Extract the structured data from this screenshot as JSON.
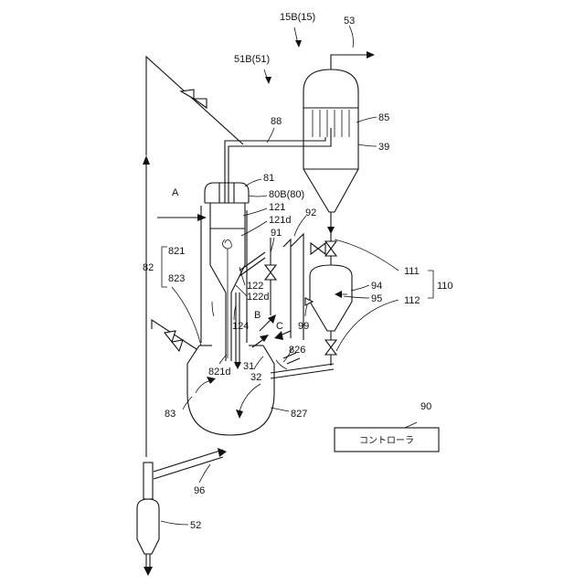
{
  "labels": {
    "l15b": "15B(15)",
    "l51b": "51B(51)",
    "l53": "53",
    "l85": "85",
    "l39": "39",
    "l88": "88",
    "l81": "81",
    "l80b": "80B(80)",
    "lA": "A",
    "l121": "121",
    "l121d": "121d",
    "l92": "92",
    "l91": "91",
    "l821": "821",
    "l82": "82",
    "l823": "823",
    "l122": "122",
    "l122d": "122d",
    "l124": "124",
    "lB": "B",
    "lC": "C",
    "l111": "111",
    "l110": "110",
    "l112": "112",
    "l94": "94",
    "l95": "95",
    "l99": "99",
    "l826": "826",
    "l31": "31",
    "l821d": "821d",
    "l32": "32",
    "l83": "83",
    "l827": "827",
    "l90": "90",
    "l96": "96",
    "l52": "52"
  },
  "controller": {
    "label": "コントローラ"
  }
}
